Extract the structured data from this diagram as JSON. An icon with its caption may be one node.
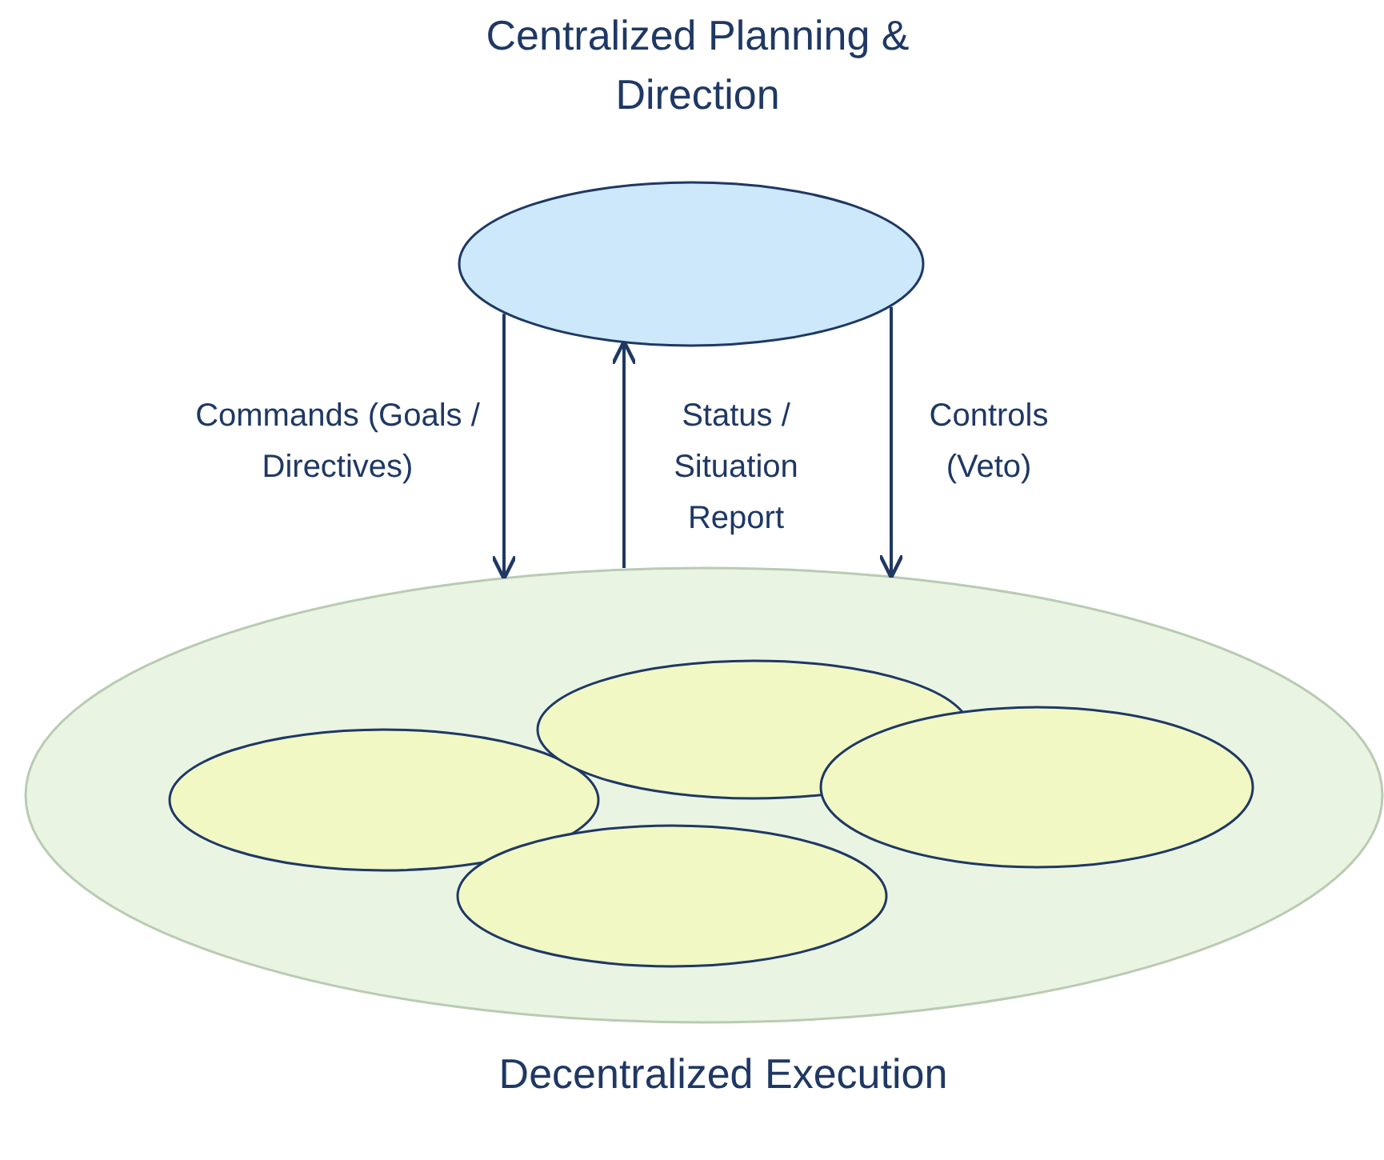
{
  "diagram": {
    "nodes": [
      {
        "text": [
          "Centralized Planning & Direction"
        ]
      },
      {
        "text": [
          "Decentralized Execution"
        ]
      },
      {
        "text": [],
        "shape": "ellipse",
        "in": 1
      },
      {
        "text": [],
        "shape": "ellipse",
        "in": 1
      },
      {
        "text": [],
        "shape": "ellipse",
        "in": 1
      },
      {
        "text": [],
        "shape": "ellipse",
        "in": 1
      }
    ],
    "edges": [
      {
        "from": 0,
        "to": 1,
        "arrow": "to",
        "label": "Commands (Goals / Directives)"
      },
      {
        "from": 1,
        "to": 0,
        "arrow": "to",
        "label": "Status / Situation Report"
      },
      {
        "from": 0,
        "to": 1,
        "arrow": "to",
        "label": "Controls (Veto)"
      }
    ]
  }
}
